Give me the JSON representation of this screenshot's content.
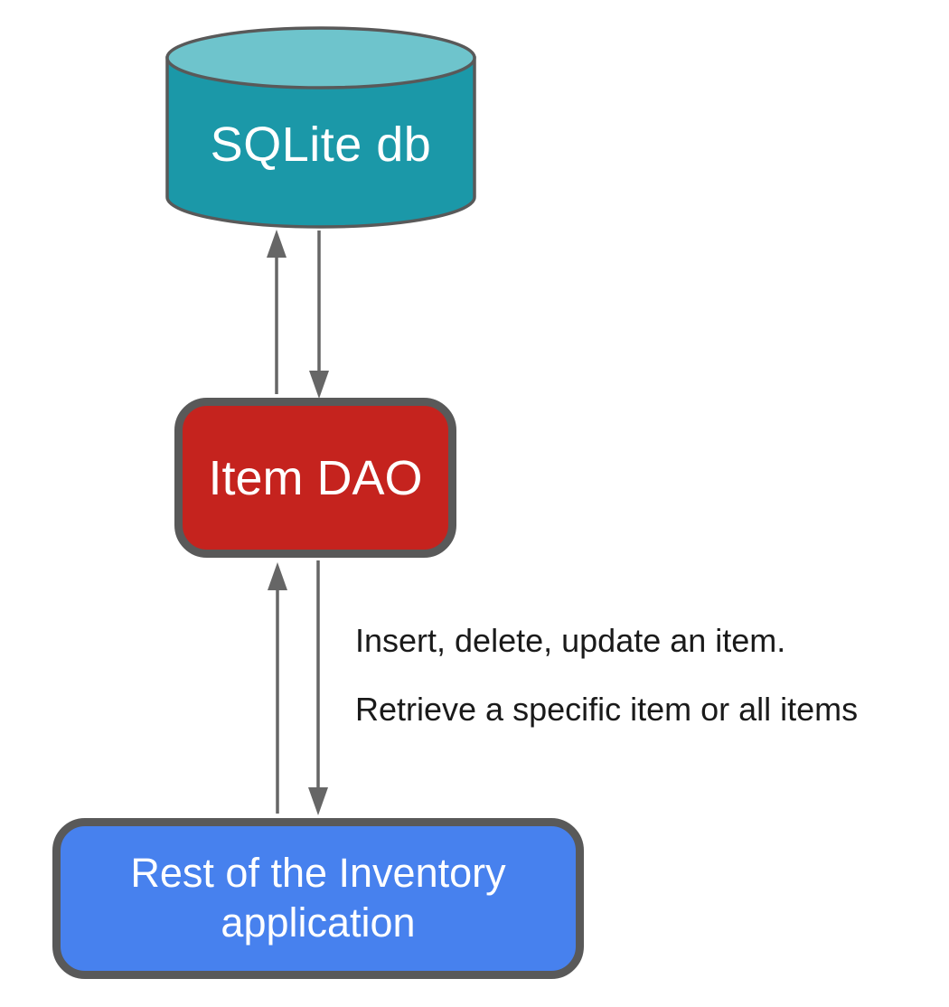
{
  "theme": {
    "teal_body": "#1b98a8",
    "teal_top": "#6ec4cc",
    "node_stroke": "#595959",
    "red_fill": "#c5231e",
    "blue_fill": "#4781ee",
    "arrow_color": "#666666",
    "text_on_node": "#ffffff",
    "annotation_color": "#1a1a1a",
    "background": "#ffffff"
  },
  "nodes": {
    "database": {
      "label": "SQLite db",
      "shape": "cylinder"
    },
    "dao": {
      "label": "Item DAO",
      "shape": "rounded-rect"
    },
    "app": {
      "label": "Rest of the Inventory application",
      "shape": "rounded-rect"
    }
  },
  "annotations": {
    "line1": "Insert, delete, update an item.",
    "line2": "Retrieve a specific item or all items"
  },
  "arrows": [
    {
      "name": "dao-to-db",
      "direction": "up",
      "from": "Item DAO",
      "to": "SQLite db"
    },
    {
      "name": "db-to-dao",
      "direction": "down",
      "from": "SQLite db",
      "to": "Item DAO"
    },
    {
      "name": "app-to-dao",
      "direction": "up",
      "from": "Rest of the Inventory application",
      "to": "Item DAO"
    },
    {
      "name": "dao-to-app",
      "direction": "down",
      "from": "Item DAO",
      "to": "Rest of the Inventory application"
    }
  ]
}
